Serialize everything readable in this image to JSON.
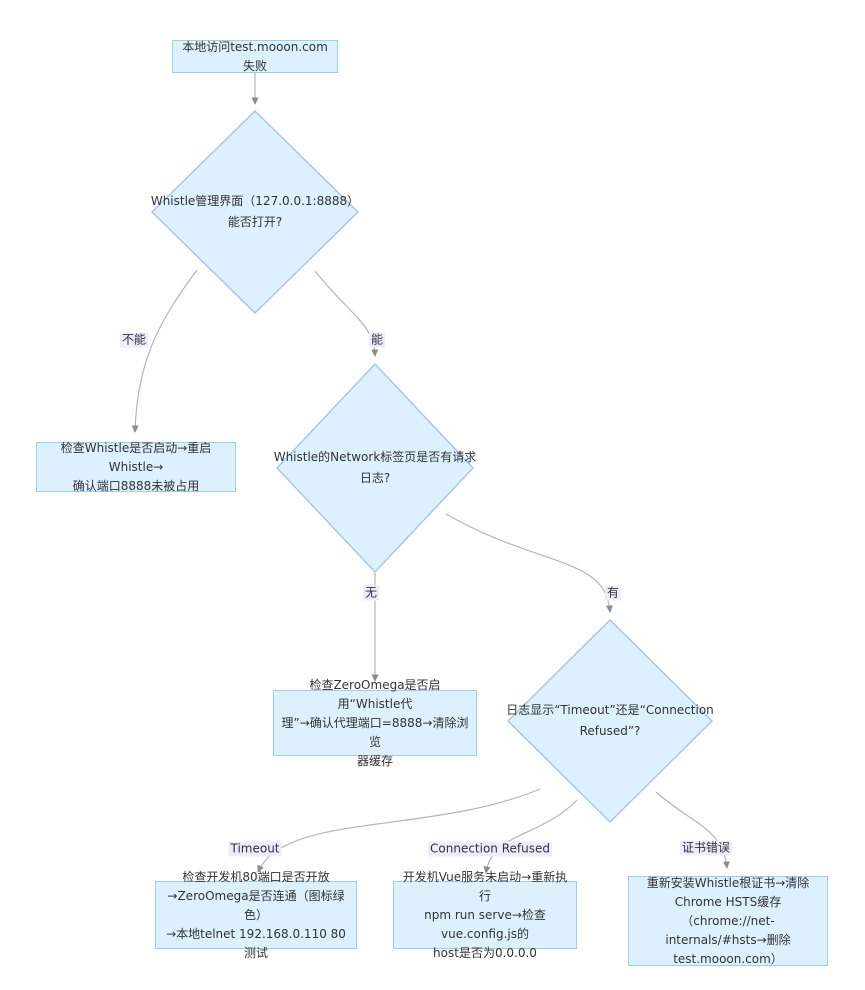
{
  "diagram": {
    "type": "flowchart",
    "direction": "top-down",
    "colors": {
      "node_fill": "#dcf0fd",
      "node_border": "#9fcdf1",
      "decision_fill": "#ddf0fd",
      "decision_border": "#a6c3ee",
      "edge_line": "#b5b5b5",
      "arrowhead": "#8c8c8c",
      "edge_label_bg": "#ececff",
      "text": "#333333"
    },
    "nodes": [
      {
        "id": "start",
        "shape": "rect",
        "label": "本地访问test.mooon.com失败"
      },
      {
        "id": "decision-whistle-ui",
        "shape": "diamond",
        "label": "Whistle管理界面（127.0.0.1:8888）\n能否打开?"
      },
      {
        "id": "action-check-whistle",
        "shape": "rect",
        "label": "检查Whistle是否启动→重启Whistle→\n确认端口8888未被占用"
      },
      {
        "id": "decision-network-log",
        "shape": "diamond",
        "label": "Whistle的Network标签页是否有请求\n日志?"
      },
      {
        "id": "action-check-zeroomega",
        "shape": "rect",
        "label": "检查ZeroOmega是否启用“Whistle代\n理”→确认代理端口=8888→清除浏览\n器缓存"
      },
      {
        "id": "decision-timeout-or-refused",
        "shape": "diamond",
        "label": "日志显示“Timeout”还是“Connection\nRefused”?"
      },
      {
        "id": "action-timeout-steps",
        "shape": "rect",
        "label": "检查开发机80端口是否开放\n→ZeroOmega是否连通（图标绿色）\n→本地telnet 192.168.0.110 80测试"
      },
      {
        "id": "action-conn-refused-steps",
        "shape": "rect",
        "label": "开发机Vue服务未启动→重新执行\nnpm run serve→检查vue.config.js的\nhost是否为0.0.0.0"
      },
      {
        "id": "action-cert-error-steps",
        "shape": "rect",
        "label": "重新安装Whistle根证书→清除\nChrome HSTS缓存（chrome://net-\ninternals/#hsts→删除\ntest.mooon.com）"
      }
    ],
    "edges": [
      {
        "from": "start",
        "to": "decision-whistle-ui",
        "label": ""
      },
      {
        "from": "decision-whistle-ui",
        "to": "action-check-whistle",
        "label": "不能"
      },
      {
        "from": "decision-whistle-ui",
        "to": "decision-network-log",
        "label": "能"
      },
      {
        "from": "decision-network-log",
        "to": "action-check-zeroomega",
        "label": "无"
      },
      {
        "from": "decision-network-log",
        "to": "decision-timeout-or-refused",
        "label": "有"
      },
      {
        "from": "decision-timeout-or-refused",
        "to": "action-timeout-steps",
        "label": "Timeout"
      },
      {
        "from": "decision-timeout-or-refused",
        "to": "action-conn-refused-steps",
        "label": "Connection Refused"
      },
      {
        "from": "decision-timeout-or-refused",
        "to": "action-cert-error-steps",
        "label": "证书错误"
      }
    ]
  }
}
